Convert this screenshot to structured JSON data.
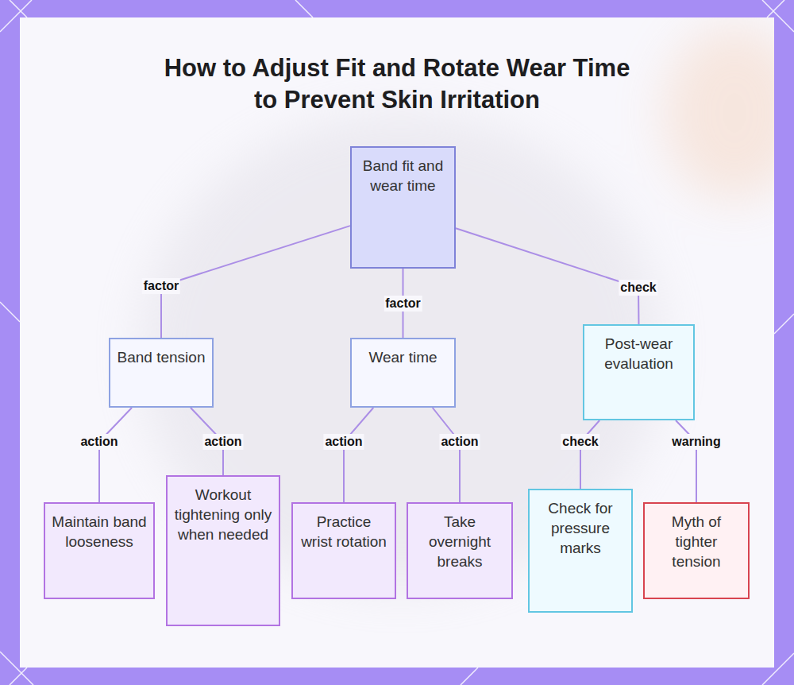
{
  "diagram": {
    "title": "How to Adjust Fit and Rotate Wear Time to Prevent Skin Irritation",
    "nodes": [
      {
        "text": [
          "Band fit and wear time"
        ]
      },
      {
        "text": [
          "Band tension"
        ]
      },
      {
        "text": [
          "Wear time"
        ]
      },
      {
        "text": [
          "Post-wear evaluation"
        ]
      },
      {
        "text": [
          "Maintain band looseness"
        ]
      },
      {
        "text": [
          "Workout tightening only when needed"
        ]
      },
      {
        "text": [
          "Practice wrist rotation"
        ]
      },
      {
        "text": [
          "Take overnight breaks"
        ]
      },
      {
        "text": [
          "Check for pressure marks"
        ]
      },
      {
        "text": [
          "Myth of tighter tension"
        ]
      }
    ],
    "edges": [
      {
        "from": 0,
        "to": 1,
        "label": "factor",
        "arrow": "none"
      },
      {
        "from": 0,
        "to": 2,
        "label": "factor",
        "arrow": "none"
      },
      {
        "from": 0,
        "to": 3,
        "label": "check",
        "arrow": "none"
      },
      {
        "from": 1,
        "to": 4,
        "label": "action",
        "arrow": "none"
      },
      {
        "from": 1,
        "to": 5,
        "label": "action",
        "arrow": "none"
      },
      {
        "from": 2,
        "to": 6,
        "label": "action",
        "arrow": "none"
      },
      {
        "from": 2,
        "to": 7,
        "label": "action",
        "arrow": "none"
      },
      {
        "from": 3,
        "to": 8,
        "label": "check",
        "arrow": "none"
      },
      {
        "from": 3,
        "to": 9,
        "label": "warning",
        "arrow": "none"
      }
    ]
  }
}
